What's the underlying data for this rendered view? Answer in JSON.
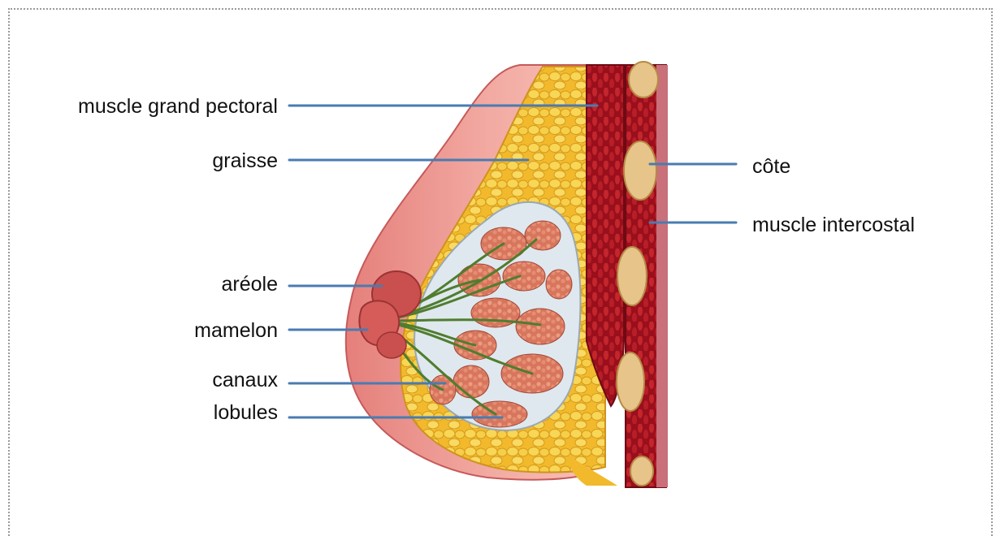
{
  "labels": {
    "pectoral": "muscle grand pectoral",
    "fat": "graisse",
    "areola": "aréole",
    "nipple": "mamelon",
    "ducts": "canaux",
    "lobules": "lobules",
    "rib": "côte",
    "intercostal": "muscle intercostal"
  },
  "colors": {
    "skin": "#e9918c",
    "fat": "#f3c63a",
    "muscle": "#a4121f",
    "lobule": "#d9826a",
    "duct": "#4f7d2e",
    "leader_line": "#4a7bb0",
    "bone": "#e7c489"
  }
}
